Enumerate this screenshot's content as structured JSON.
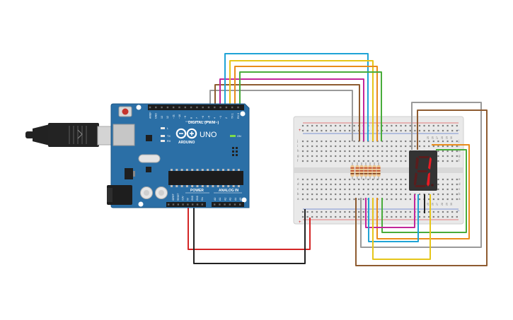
{
  "board": {
    "brand": "ARDUINO",
    "model": "UNO",
    "digital_label": "DIGITAL (PWM~)",
    "power_label": "POWER",
    "analog_label": "ANALOG IN",
    "tx_label": "TX",
    "rx_label": "RX",
    "l_label": "L",
    "on_label": "ON",
    "digital_pins": [
      "AREF",
      "GND",
      "13",
      "12",
      "~11",
      "~10",
      "~9",
      "8",
      "7",
      "~6",
      "~5",
      "4",
      "~3",
      "2",
      "TX 1",
      "RX 0"
    ],
    "power_pins": [
      "IOREF",
      "RESET",
      "3.3V",
      "5V",
      "GND",
      "GND",
      "Vin"
    ],
    "analog_pins": [
      "A0",
      "A1",
      "A2",
      "A3",
      "A4",
      "A5"
    ]
  },
  "breadboard": {
    "col_numbers": [
      "25",
      "26",
      "27",
      "28",
      "29",
      "30"
    ],
    "row_letters_top": [
      "j",
      "i",
      "h",
      "g",
      "f"
    ],
    "row_letters_bottom": [
      "e",
      "d",
      "c",
      "b",
      "a"
    ],
    "plus": "+",
    "minus": "−"
  },
  "display": {
    "digit": "1"
  },
  "colors": {
    "board": "#2b6fa6",
    "wire_red": "#d32626",
    "wire_black": "#222222",
    "wire_cyan": "#1fa3d6",
    "wire_yellow": "#e6c619",
    "wire_orange": "#e98c1b",
    "wire_magenta": "#c1279a",
    "wire_green": "#49ac3b",
    "wire_brown": "#8e5b30",
    "wire_gray": "#9a9a9a",
    "resistor": "#eec48c",
    "segment_on": "#e81c24"
  }
}
